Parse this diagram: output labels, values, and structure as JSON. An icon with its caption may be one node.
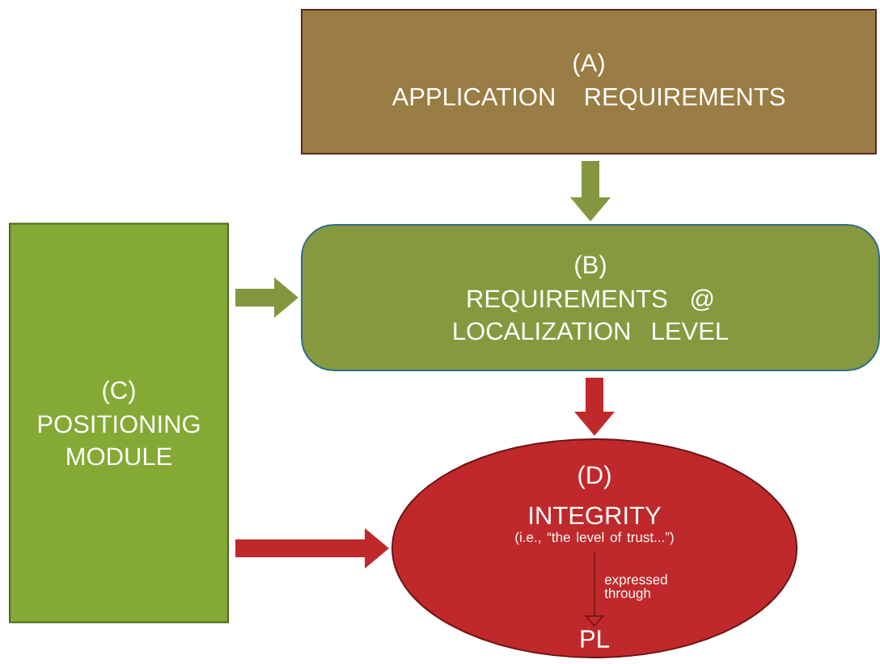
{
  "diagram": {
    "nodes": [
      {
        "text": [
          "(A)",
          "APPLICATION REQUIREMENTS"
        ]
      },
      {
        "text": [
          "(B)",
          "REQUIREMENTS @ LOCALIZATION LEVEL"
        ]
      },
      {
        "text": [
          "(C)",
          "POSITIONING MODULE"
        ]
      },
      {
        "text": [
          "(D)"
        ]
      },
      {
        "text": [
          "INTEGRITY",
          "(i.e., “the level of trust...”)"
        ],
        "in": 3
      },
      {
        "text": [
          "PL"
        ],
        "in": 3
      }
    ],
    "edges": [
      {
        "from": 0,
        "to": 1,
        "arrow": "to",
        "color": "#84973f"
      },
      {
        "from": 2,
        "to": 1,
        "arrow": "to",
        "color": "#84973f"
      },
      {
        "from": 1,
        "to": 3,
        "arrow": "to",
        "color": "#c0292b"
      },
      {
        "from": 2,
        "to": 3,
        "arrow": "to",
        "color": "#c0292b"
      },
      {
        "from": 4,
        "to": 5,
        "arrow": "to",
        "label": "expressed through",
        "color": "#6b1515"
      }
    ]
  }
}
